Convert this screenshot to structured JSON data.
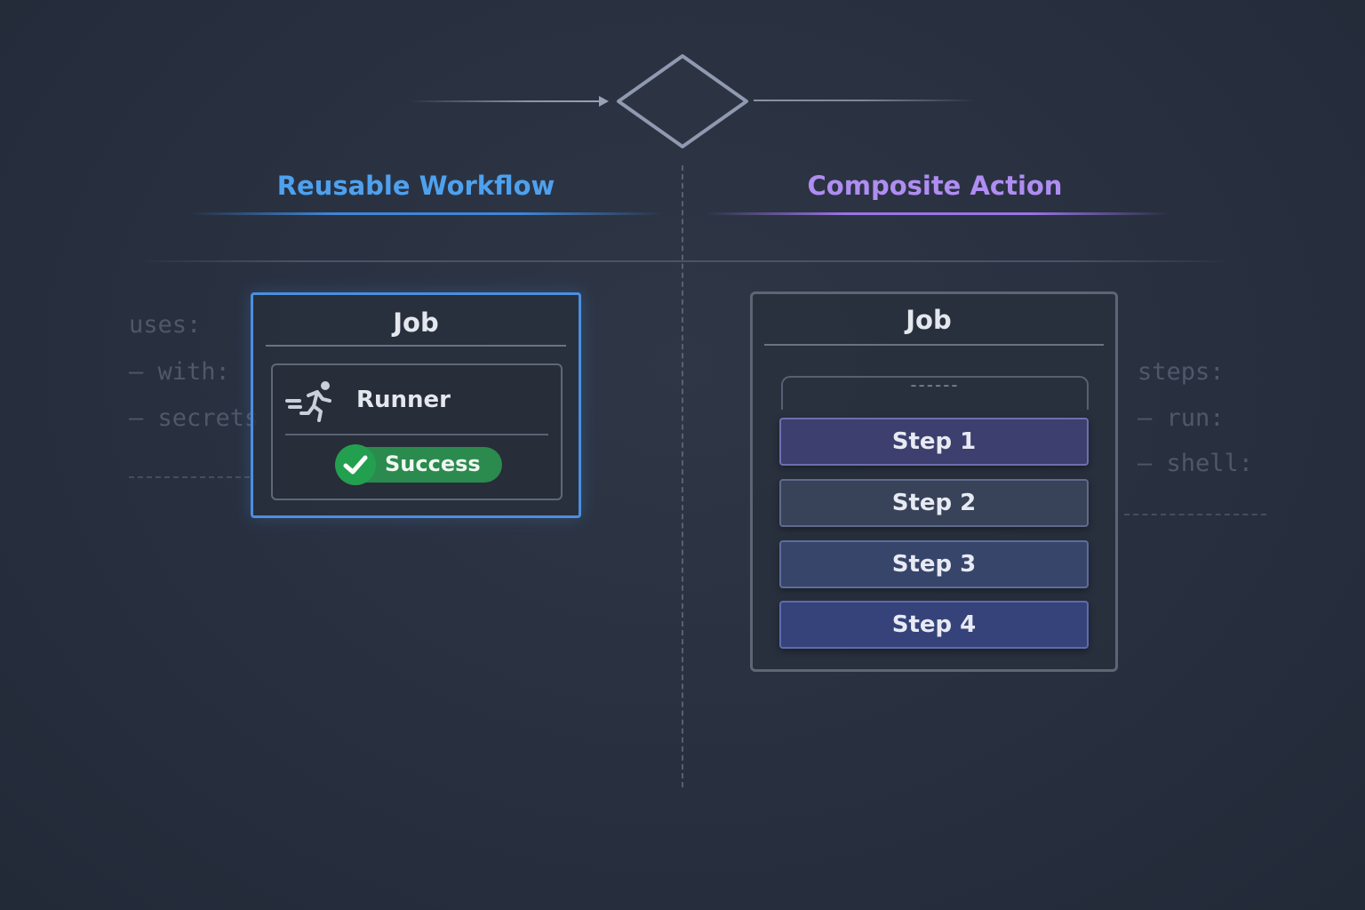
{
  "headings": {
    "left": "Reusable Workflow",
    "right": "Composite Action"
  },
  "colors": {
    "reusable_accent": "#4ea1ee",
    "composite_accent": "#b08df2",
    "success": "#2b8a4d",
    "background": "#283040"
  },
  "left_code": [
    "uses:",
    "– with:",
    "– secrets"
  ],
  "right_code": [
    "steps:",
    "– run:",
    "– shell:"
  ],
  "reusable_job": {
    "title": "Job",
    "runner_icon": "runner-icon",
    "runner_label": "Runner",
    "status_icon": "check-icon",
    "status": "Success"
  },
  "composite_job": {
    "title": "Job",
    "frame_marker": "------",
    "steps": [
      "Step 1",
      "Step 2",
      "Step 3",
      "Step 4"
    ]
  }
}
